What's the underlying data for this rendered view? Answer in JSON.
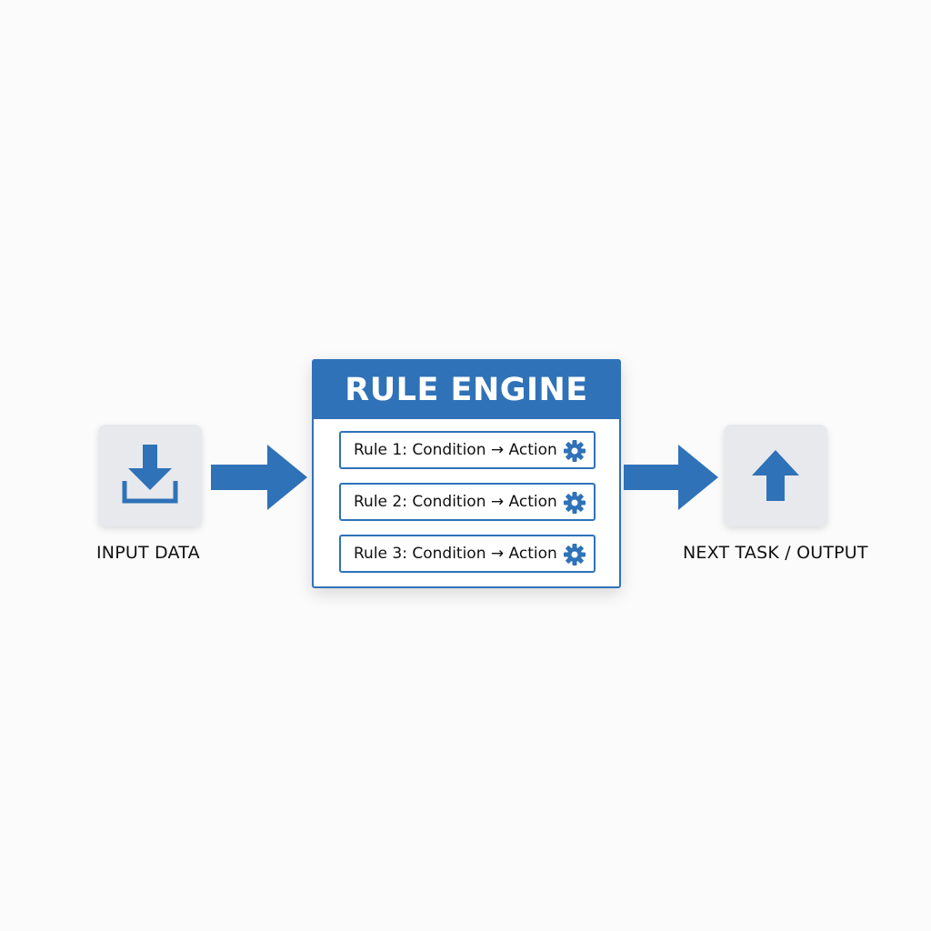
{
  "colors": {
    "accent": "#2f72b8",
    "node_background": "#e8e9ec",
    "page_background": "#fbfbfc"
  },
  "input": {
    "label": "INPUT DATA",
    "icon": "download-icon"
  },
  "output": {
    "label": "NEXT TASK / OUTPUT",
    "icon": "upload-arrow-icon"
  },
  "engine": {
    "title": "RULE ENGINE",
    "rules": [
      {
        "label": "Rule 1: Condition → Action",
        "icon": "gear-icon"
      },
      {
        "label": "Rule 2: Condition → Action",
        "icon": "gear-icon"
      },
      {
        "label": "Rule 3: Condition → Action",
        "icon": "gear-icon"
      }
    ]
  }
}
